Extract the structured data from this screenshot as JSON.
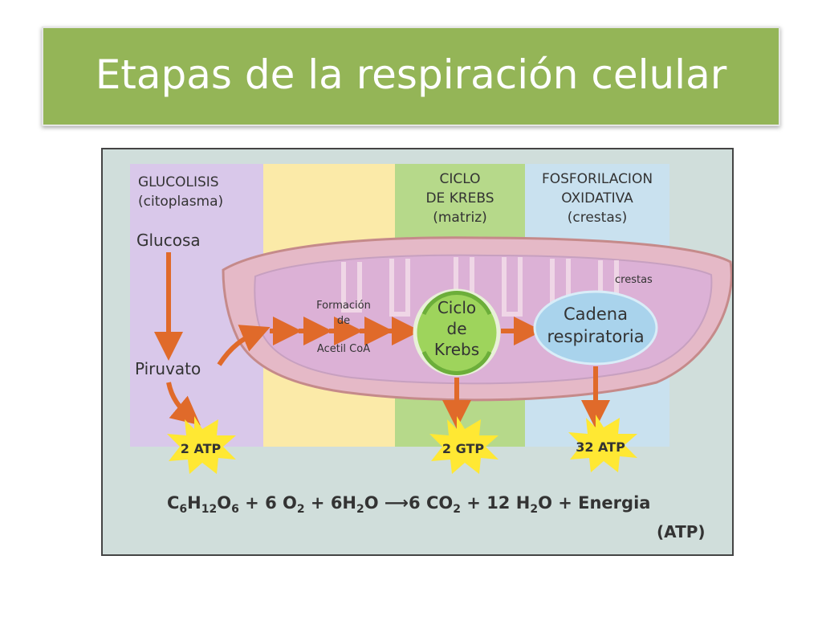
{
  "slide": {
    "title": "Etapas de la respiración celular"
  },
  "stages": {
    "glycolysis": {
      "name": "GLUCOLISIS",
      "location": "(citoplasma)"
    },
    "krebs": {
      "name_line1": "CICLO",
      "name_line2": "DE KREBS",
      "location": "(matriz)"
    },
    "oxidative": {
      "name_line1": "FOSFORILACION",
      "name_line2": "OXIDATIVA",
      "location": "(crestas)"
    }
  },
  "labels": {
    "glucose": "Glucosa",
    "pyruvate": "Piruvato",
    "formation_line1": "Formación",
    "formation_line2": "de",
    "formation_line3": "Acetil CoA",
    "cycle_line1": "Ciclo",
    "cycle_line2": "de",
    "cycle_line3": "Krebs",
    "chain_line1": "Cadena",
    "chain_line2": "respiratoria",
    "cristae": "crestas"
  },
  "yields": {
    "glycolysis": "2 ATP",
    "krebs": "2 GTP",
    "oxidative": "32 ATP"
  },
  "equation": {
    "c": "C",
    "c_sub": "6",
    "h": "H",
    "h_sub": "12",
    "o": "O",
    "o_sub": "6",
    "plus1": "+ 6 O",
    "o2_sub": "2",
    "plus2": "+ 6H",
    "h2o_sub": "2",
    "o_b": "O",
    "arrow": "⟶",
    "co2": "6 CO",
    "co2_sub": "2",
    "plus3": "+ 12 H",
    "h2o2_sub": "2",
    "o_c": "O",
    "plus4": "+ Energia",
    "atp": "(ATP)"
  },
  "colors": {
    "title_bg": "#94b557",
    "glycolysis_band": "#d9c8ea",
    "formation_band": "#fbeaa8",
    "krebs_band": "#b6d98a",
    "oxidative_band": "#c9e1ef",
    "arrow": "#e06a2a",
    "atp_star": "#ffe833"
  }
}
